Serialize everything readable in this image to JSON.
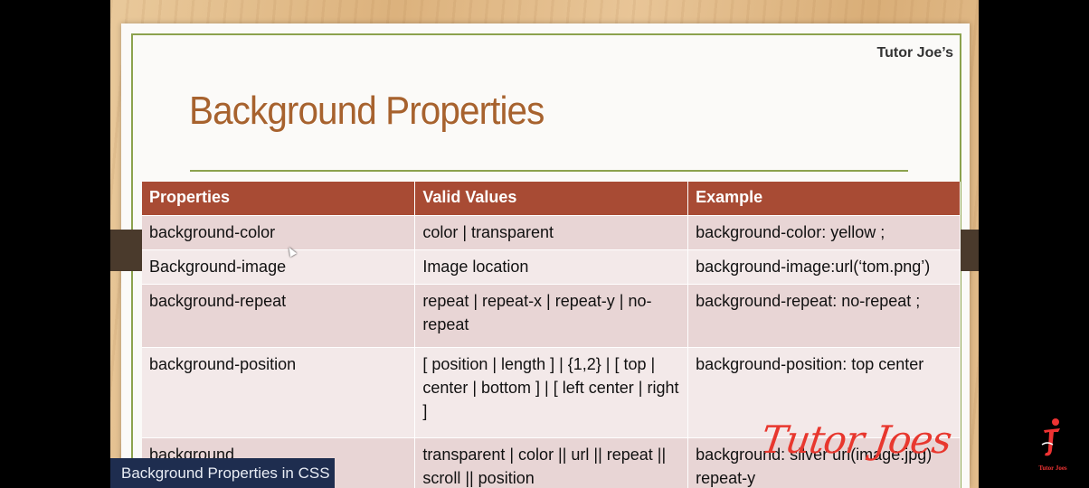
{
  "slide": {
    "brand": "Tutor Joe’s",
    "title": "Background Properties",
    "watermark": "Tutor Joes"
  },
  "table": {
    "headers": [
      "Properties",
      "Valid Values",
      "Example"
    ],
    "rows": [
      [
        "background-color",
        "color | transparent",
        "background-color: yellow ;"
      ],
      [
        "Background-image",
        "Image location",
        "background-image:url(‘tom.png’)"
      ],
      [
        "background-repeat",
        "repeat | repeat-x | repeat-y | no-repeat",
        "background-repeat: no-repeat ;"
      ],
      [
        "background-position",
        "[ position | length ] | {1,2} | [ top | center | bottom ] | [ left center | right ]",
        "background-position: top center"
      ],
      [
        "background",
        "transparent | color || url || repeat || scroll || position",
        "background: silver url(image.jpg) repeat-y"
      ]
    ]
  },
  "caption": {
    "text": "Background Properties in CSS"
  },
  "logo": {
    "text": "Tutor Joes"
  },
  "colors": {
    "title": "#a7622e",
    "header_bg": "#a84b34",
    "row_odd": "#e8d5d5",
    "row_even": "#f3e9e9",
    "border_green": "#8ca24e",
    "caption_bg": "#1e2d4f",
    "watermark": "#e8372e"
  }
}
